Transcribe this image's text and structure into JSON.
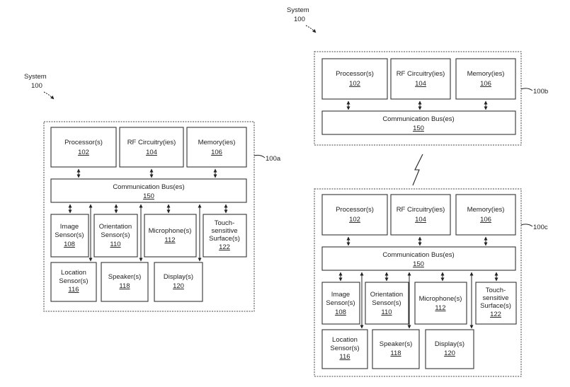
{
  "top_label": {
    "line1": "System",
    "line2": "100"
  },
  "left_label": {
    "line1": "System",
    "line2": "100"
  },
  "system_a": {
    "ref": "100a",
    "processor": {
      "name": "Processor(s)",
      "num": "102"
    },
    "rf": {
      "name": "RF Circuitry(ies)",
      "num": "104"
    },
    "memory": {
      "name": "Memory(ies)",
      "num": "106"
    },
    "bus": {
      "name": "Communication Bus(es)",
      "num": "150"
    },
    "image": {
      "l1": "Image",
      "l2": "Sensor(s)",
      "num": "108"
    },
    "orientation": {
      "l1": "Orientation",
      "l2": "Sensor(s)",
      "num": "110"
    },
    "microphone": {
      "name": "Microphone(s)",
      "num": "112"
    },
    "touch": {
      "l1": "Touch-",
      "l2": "sensitive",
      "l3": "Surface(s)",
      "num": "122"
    },
    "location": {
      "l1": "Location",
      "l2": "Sensor(s)",
      "num": "116"
    },
    "speaker": {
      "name": "Speaker(s)",
      "num": "118"
    },
    "display": {
      "name": "Display(s)",
      "num": "120"
    }
  },
  "system_b": {
    "ref": "100b",
    "processor": {
      "name": "Processor(s)",
      "num": "102"
    },
    "rf": {
      "name": "RF Circuitry(ies)",
      "num": "104"
    },
    "memory": {
      "name": "Memory(ies)",
      "num": "106"
    },
    "bus": {
      "name": "Communication Bus(es)",
      "num": "150"
    }
  },
  "system_c": {
    "ref": "100c",
    "processor": {
      "name": "Processor(s)",
      "num": "102"
    },
    "rf": {
      "name": "RF Circuitry(ies)",
      "num": "104"
    },
    "memory": {
      "name": "Memory(ies)",
      "num": "106"
    },
    "bus": {
      "name": "Communication Bus(es)",
      "num": "150"
    },
    "image": {
      "l1": "Image",
      "l2": "Sensor(s)",
      "num": "108"
    },
    "orientation": {
      "l1": "Orientation",
      "l2": "Sensor(s)",
      "num": "110"
    },
    "microphone": {
      "name": "Microphone(s)",
      "num": "112"
    },
    "touch": {
      "l1": "Touch-",
      "l2": "sensitive",
      "l3": "Surface(s)",
      "num": "122"
    },
    "location": {
      "l1": "Location",
      "l2": "Sensor(s)",
      "num": "116"
    },
    "speaker": {
      "name": "Speaker(s)",
      "num": "118"
    },
    "display": {
      "name": "Display(s)",
      "num": "120"
    }
  }
}
